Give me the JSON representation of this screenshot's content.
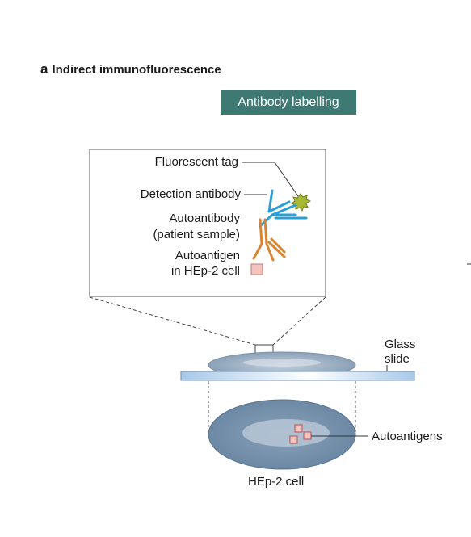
{
  "panel": {
    "letter": "a",
    "title": "Indirect immunofluorescence"
  },
  "banner": {
    "label": "Antibody labelling",
    "color": "#3e7a73"
  },
  "inset": {
    "fluorescent_tag": "Fluorescent tag",
    "detection_antibody": "Detection antibody",
    "autoantibody_line1": "Autoantibody",
    "autoantibody_line2": "(patient sample)",
    "autoantigen_line1": "Autoantigen",
    "autoantigen_line2": "in HEp-2 cell"
  },
  "slide": {
    "label_line1": "Glass",
    "label_line2": "slide"
  },
  "cell": {
    "autoantigens_label": "Autoantigens",
    "cell_label": "HEp-2 cell"
  },
  "colors": {
    "detection_antibody": "#2a9fd6",
    "autoantibody": "#d9842e",
    "fluorescent_tag": "#a8b832",
    "antigen": "#f2c3c0",
    "cell": "#6f8ca8"
  }
}
